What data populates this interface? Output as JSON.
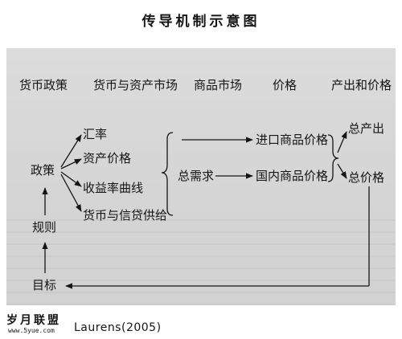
{
  "title": "传导机制示意图",
  "headers": [
    "货币政策",
    "货币与资产市场",
    "商品市场",
    "价格",
    "产出和价格"
  ],
  "nodes": {
    "policy": "政策",
    "rules": "规则",
    "target": "目标",
    "exchange_rate": "汇率",
    "asset_price": "资产价格",
    "yield_curve": "收益率曲线",
    "money_credit": "货币与信贷供给",
    "aggregate_demand": "总需求",
    "import_price": "进口商品价格",
    "domestic_price": "国内商品价格",
    "total_output": "总产出",
    "total_price": "总价格"
  },
  "footer": {
    "logo": "岁月联盟",
    "url": "www.5yue.com",
    "citation": "Laurens(2005)"
  },
  "colors": {
    "panel": "#d6d6d6",
    "ink": "#151515"
  }
}
